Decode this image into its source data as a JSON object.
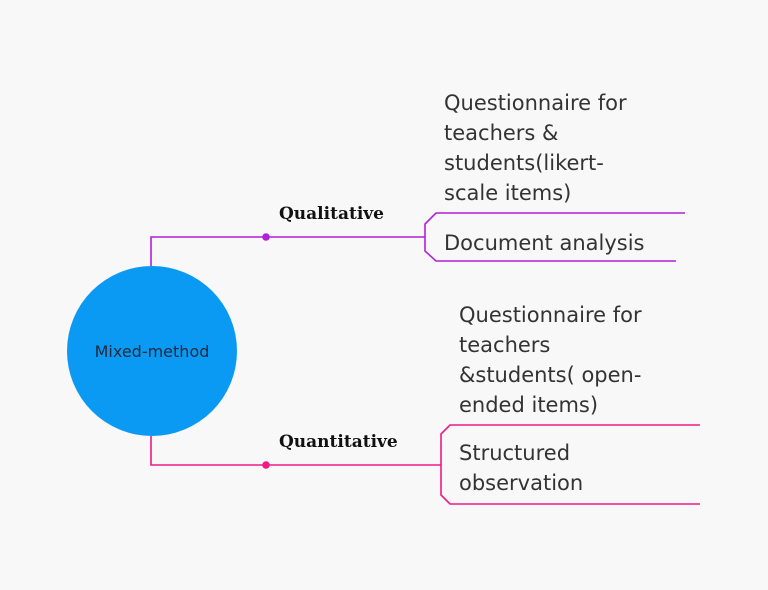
{
  "center": {
    "label": "Mixed-method",
    "color": "#0b9af3"
  },
  "branches": [
    {
      "label": "Qualitative",
      "color": "#b21fdc",
      "items": [
        {
          "text": "Questionnaire for\nteachers &\nstudents(likert-\nscale items)"
        },
        {
          "text": "Document analysis"
        }
      ]
    },
    {
      "label": "Quantitative",
      "color": "#ef1a86",
      "items": [
        {
          "text": "Questionnaire for\nteachers\n&students( open-\nended items)"
        },
        {
          "text": "Structured\nobservation"
        }
      ]
    }
  ]
}
